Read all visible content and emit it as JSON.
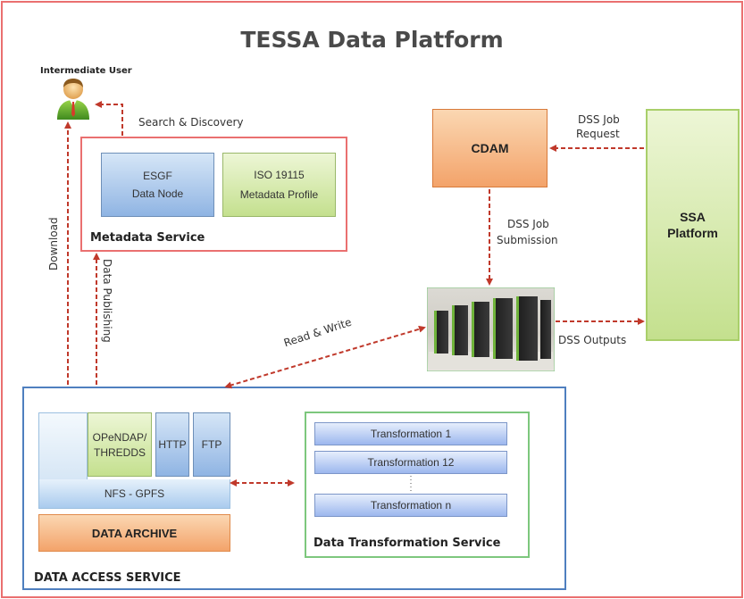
{
  "title": "TESSA Data Platform",
  "user": {
    "label": "Intermediate User"
  },
  "edges": {
    "search_discovery": "Search & Discovery",
    "download": "Download",
    "data_publishing": "Data Publishing",
    "dss_job_request": [
      "DSS Job",
      "Request"
    ],
    "dss_job_submission": [
      "DSS Job",
      "Submission"
    ],
    "dss_outputs": "DSS Outputs",
    "read_write": "Read & Write"
  },
  "metadata_service": {
    "label": "Metadata Service",
    "esgf": [
      "ESGF",
      "Data Node"
    ],
    "iso": [
      "ISO 19115",
      "Metadata Profile"
    ]
  },
  "cdam": {
    "label": "CDAM"
  },
  "ssa": {
    "label": [
      "SSA",
      "Platform"
    ]
  },
  "data_access_service": {
    "label": "DATA ACCESS SERVICE",
    "opendap": [
      "OPeNDAP/",
      "THREDDS"
    ],
    "http": "HTTP",
    "ftp": "FTP",
    "nfs": "NFS - GPFS",
    "archive": "DATA ARCHIVE"
  },
  "transformation_service": {
    "label": "Data Transformation Service",
    "items": [
      "Transformation 1",
      "Transformation 12",
      "Transformation n"
    ]
  },
  "colors": {
    "frame": "#ea7070",
    "arrow": "#c0392b",
    "data_access_border": "#4f7fbf",
    "transformation_border": "#7dc77d"
  }
}
